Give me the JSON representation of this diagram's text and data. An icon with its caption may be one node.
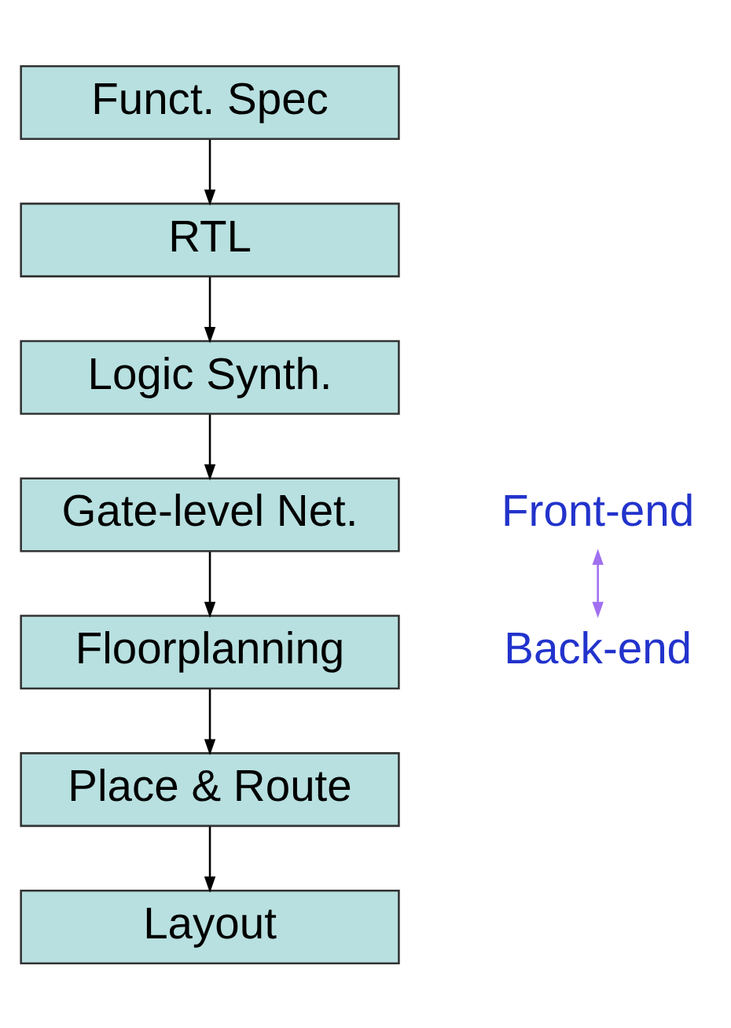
{
  "diagram": {
    "nodes": [
      {
        "text": [
          "Funct. Spec"
        ]
      },
      {
        "text": [
          "RTL"
        ]
      },
      {
        "text": [
          "Logic Synth."
        ]
      },
      {
        "text": [
          "Gate-level Net."
        ]
      },
      {
        "text": [
          "Floorplanning"
        ]
      },
      {
        "text": [
          "Place & Route"
        ]
      },
      {
        "text": [
          "Layout"
        ]
      },
      {
        "text": [
          "Front-end"
        ]
      },
      {
        "text": [
          "Back-end"
        ]
      }
    ],
    "edges": [
      {
        "from": 0,
        "to": 1,
        "arrow": "to"
      },
      {
        "from": 1,
        "to": 2,
        "arrow": "to"
      },
      {
        "from": 2,
        "to": 3,
        "arrow": "to"
      },
      {
        "from": 3,
        "to": 4,
        "arrow": "to"
      },
      {
        "from": 4,
        "to": 5,
        "arrow": "to"
      },
      {
        "from": 5,
        "to": 6,
        "arrow": "to"
      },
      {
        "from": 7,
        "to": 8,
        "arrow": "both",
        "color": "#a070f0"
      }
    ]
  }
}
